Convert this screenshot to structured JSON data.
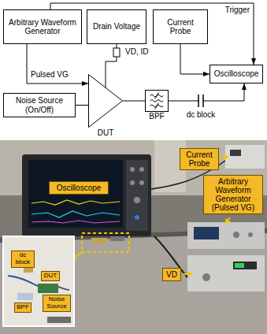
{
  "diagram": {
    "nodes": [
      {
        "text": [
          "Arbitrary Waveform Generator"
        ]
      },
      {
        "text": [
          "Drain Voltage"
        ]
      },
      {
        "text": [
          "Current Probe"
        ]
      },
      {
        "text": [
          "Oscilloscope"
        ]
      },
      {
        "text": [
          "Noise Source (On/Off)"
        ]
      },
      {
        "text": [
          "DUT"
        ]
      },
      {
        "text": [
          "BPF"
        ]
      },
      {
        "text": [
          "Oscilloscope"
        ]
      },
      {
        "text": [
          "Current Probe"
        ]
      },
      {
        "text": [
          "Arbitrary Waveform Generator (Pulsed VG)"
        ]
      },
      {
        "text": [
          "VD"
        ]
      },
      {
        "text": [
          "dc block"
        ]
      },
      {
        "text": [
          "DUT"
        ]
      },
      {
        "text": [
          "BPF"
        ]
      },
      {
        "text": [
          "Noise Source"
        ]
      }
    ],
    "edges": [
      {
        "from": 0,
        "to": 5,
        "label": "Pulsed VG",
        "arrow": "to"
      },
      {
        "from": 0,
        "to": 3,
        "label": "Trigger",
        "arrow": "to"
      },
      {
        "from": 1,
        "to": 5,
        "label": "VD, ID",
        "arrow": "none"
      },
      {
        "from": 2,
        "to": 3,
        "arrow": "to"
      },
      {
        "from": 4,
        "to": 5,
        "arrow": "none"
      },
      {
        "from": 5,
        "to": 6,
        "arrow": "none"
      },
      {
        "from": 6,
        "to": 3,
        "arrow": "to"
      }
    ],
    "labels": [
      "dc block"
    ]
  }
}
